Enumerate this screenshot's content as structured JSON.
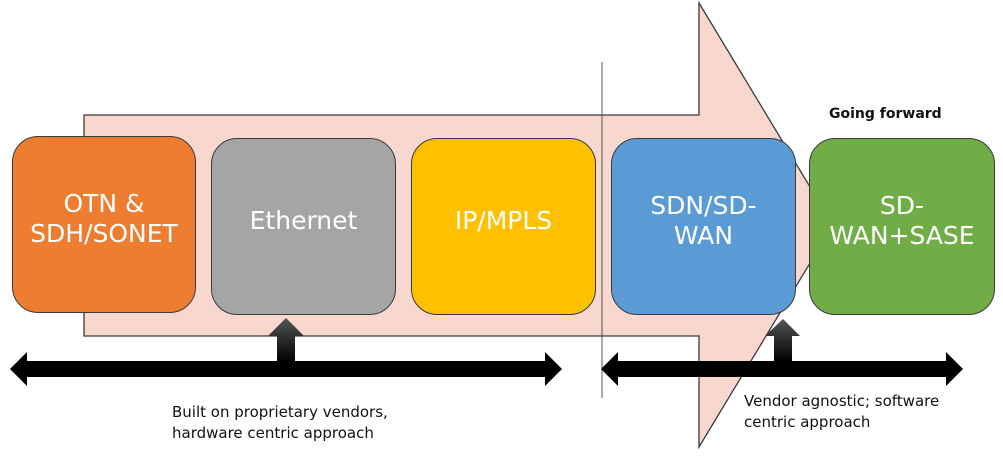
{
  "diagram": {
    "heading": "Going forward",
    "stages": [
      {
        "label": "OTN & SDH/SONET",
        "line1": "OTN &",
        "line2": "SDH/SONET",
        "color": "#ED7D31"
      },
      {
        "label": "Ethernet",
        "line1": "Ethernet",
        "line2": "",
        "color": "#A5A5A5"
      },
      {
        "label": "IP/MPLS",
        "line1": "IP/MPLS",
        "line2": "",
        "color": "#FFC000"
      },
      {
        "label": "SDN/SD-WAN",
        "line1": "SDN/SD-",
        "line2": "WAN",
        "color": "#5B9BD5"
      },
      {
        "label": "SD-WAN+SASE",
        "line1": "SD-",
        "line2": "WAN+SASE",
        "color": "#70AD47"
      }
    ],
    "captions": {
      "legacy_line1": "Built on proprietary vendors,",
      "legacy_line2": "hardware centric approach",
      "modern_line1": "Vendor agnostic; software",
      "modern_line2": "centric approach"
    },
    "colors": {
      "arrow_fill": "#F8D7CE",
      "arrow_stroke": "#3a3a3a",
      "connector": "#000000"
    }
  }
}
